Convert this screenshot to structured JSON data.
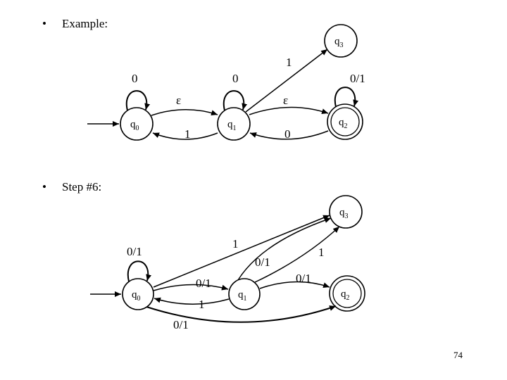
{
  "bullets": [
    {
      "symbol": "•",
      "text": "Example:"
    },
    {
      "symbol": "•",
      "text": "Step #6:"
    }
  ],
  "diagram1": {
    "states": [
      {
        "base": "q",
        "sub": "0"
      },
      {
        "base": "q",
        "sub": "1"
      },
      {
        "base": "q",
        "sub": "2"
      },
      {
        "base": "q",
        "sub": "3"
      }
    ],
    "labels": {
      "loop_q0": "0",
      "loop_q1": "0",
      "loop_q2": "0/1",
      "eps_q0_q1": "ε",
      "eps_q1_q2": "ε",
      "q1_q0": "1",
      "q2_q1": "0",
      "q1_q3": "1"
    }
  },
  "diagram2": {
    "states": [
      {
        "base": "q",
        "sub": "0"
      },
      {
        "base": "q",
        "sub": "1"
      },
      {
        "base": "q",
        "sub": "2"
      },
      {
        "base": "q",
        "sub": "3"
      }
    ],
    "labels": {
      "loop_q0": "0/1",
      "q0_q3": "1",
      "q1_q3_a": "0/1",
      "q1_q3_b": "1",
      "q0_q1": "0/1",
      "q1_q0": "1",
      "q1_q2": "0/1",
      "q0_q2": "0/1"
    }
  },
  "page_number": "74"
}
